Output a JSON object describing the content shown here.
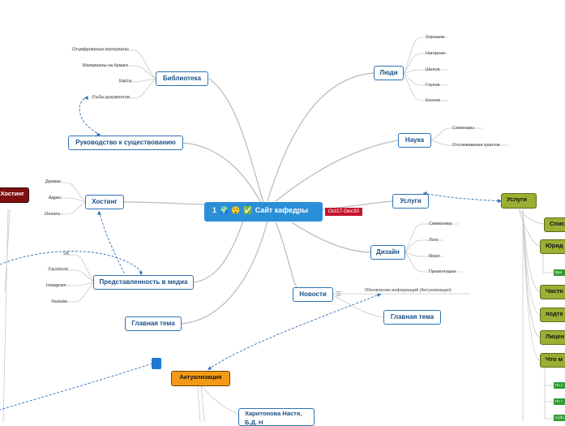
{
  "center": {
    "title": "Сайт кафедры",
    "date": "Oct17-Dec30",
    "icons": [
      "1",
      "🌍",
      "😲",
      "✅"
    ]
  },
  "branches": {
    "library": {
      "label": "Библиотека",
      "children": [
        "Отцифрованые материалы",
        "Материалы на бумаге",
        "Карты",
        "Рыбы документов"
      ]
    },
    "guide": {
      "label": "Руководство к существованию"
    },
    "hosting": {
      "label": "Хостинг",
      "children": [
        "Движки",
        "Адрес",
        "Оплата"
      ]
    },
    "media": {
      "label": "Представленность в медиа",
      "children": [
        "VK",
        "Facebook",
        "Instagram",
        "Youtube"
      ]
    },
    "main_topic_left": {
      "label": "Главная тема"
    },
    "people": {
      "label": "Люди",
      "children": [
        "Хорошов",
        "Нагорная",
        "Шилов",
        "Глухов",
        "Козлов"
      ]
    },
    "science": {
      "label": "Наука",
      "children": [
        "Семинары",
        "Отслеживание грантов"
      ]
    },
    "services": {
      "label": "Услуги"
    },
    "design": {
      "label": "Дизайн",
      "children": [
        "Символика",
        "Лого",
        "Мерч",
        "Презентации"
      ]
    },
    "news": {
      "label": "Новости",
      "children": [
        "Обновление информаций (Актуализация)"
      ]
    },
    "main_topic_right": {
      "label": "Главная тема"
    }
  },
  "services_panel": {
    "label": "Услуги",
    "items": [
      "Спис",
      "Юрид",
      "Частн",
      "подте",
      "Лицен",
      "Что м"
    ],
    "green_items": [
      "Вре",
      "По с",
      "По т",
      "Субъ"
    ]
  },
  "hosting_left": {
    "label": "Хостинг"
  },
  "actualization": {
    "label": "Актуализация",
    "person_label": "Харитонова Настя,",
    "person_label_2": "Б.Д. Н"
  },
  "colors": {
    "line": "#b9b9b9",
    "dashed": "#2d6fb3",
    "primary": "#2f73b5",
    "center": "#2b8fd8",
    "date": "#c4142d",
    "olive": "#9aaf33",
    "orange": "#f29a15"
  }
}
